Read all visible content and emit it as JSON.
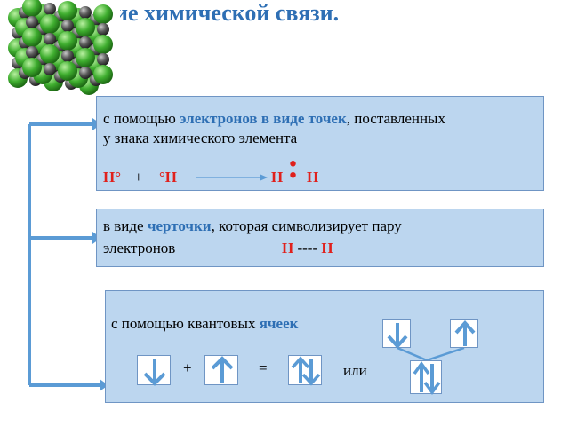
{
  "title": "Изображение химической связи.",
  "icons": {
    "molecule": "crystal-lattice-icon",
    "arrow": "right-arrow-icon",
    "spin_up": "arrow-up-icon",
    "spin_down": "arrow-down-icon"
  },
  "colors": {
    "accent": "#2e6fb4",
    "highlight": "#e0201c",
    "box": "#bcd6ef"
  },
  "box1": {
    "text_pre": "с помощью ",
    "text_emph": "электронов в виде точек",
    "text_post": ", поставленных",
    "line2": "у знака химического элемента",
    "atom1": "H°",
    "plus": "+",
    "atom2": "°H",
    "result_left": "H",
    "result_right": "H",
    "colon": ":"
  },
  "box2": {
    "text_pre": "в виде ",
    "text_emph": "черточки",
    "text_post": ", которая символизирует пару",
    "line2": "электронов",
    "formula_left": "H",
    "formula_dash": "----",
    "formula_right": "H"
  },
  "box3": {
    "text_pre": "с помощью квантовых ",
    "text_emph": "ячеек",
    "plus": "+",
    "equals": "=",
    "or": "или"
  }
}
